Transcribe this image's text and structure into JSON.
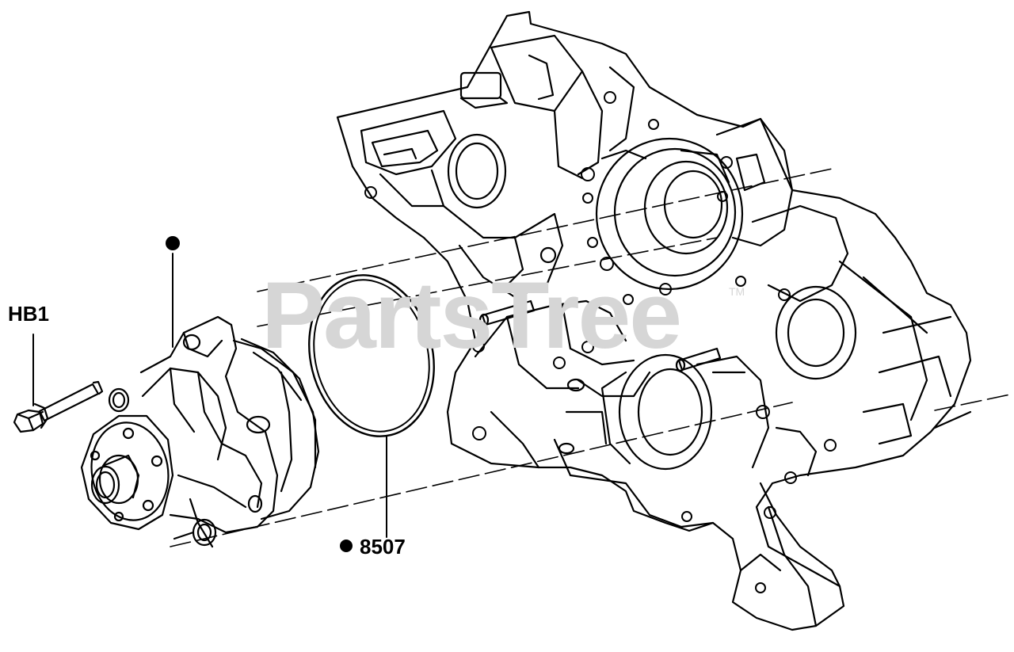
{
  "watermark": {
    "text": "PartsTree",
    "mark": "TM"
  },
  "callouts": {
    "bolt": "HB1",
    "gasket": "8507",
    "dot_symbol": "filled-dot"
  },
  "colors": {
    "line": "#000000",
    "watermark": "#d6d6d6",
    "background": "#ffffff"
  }
}
